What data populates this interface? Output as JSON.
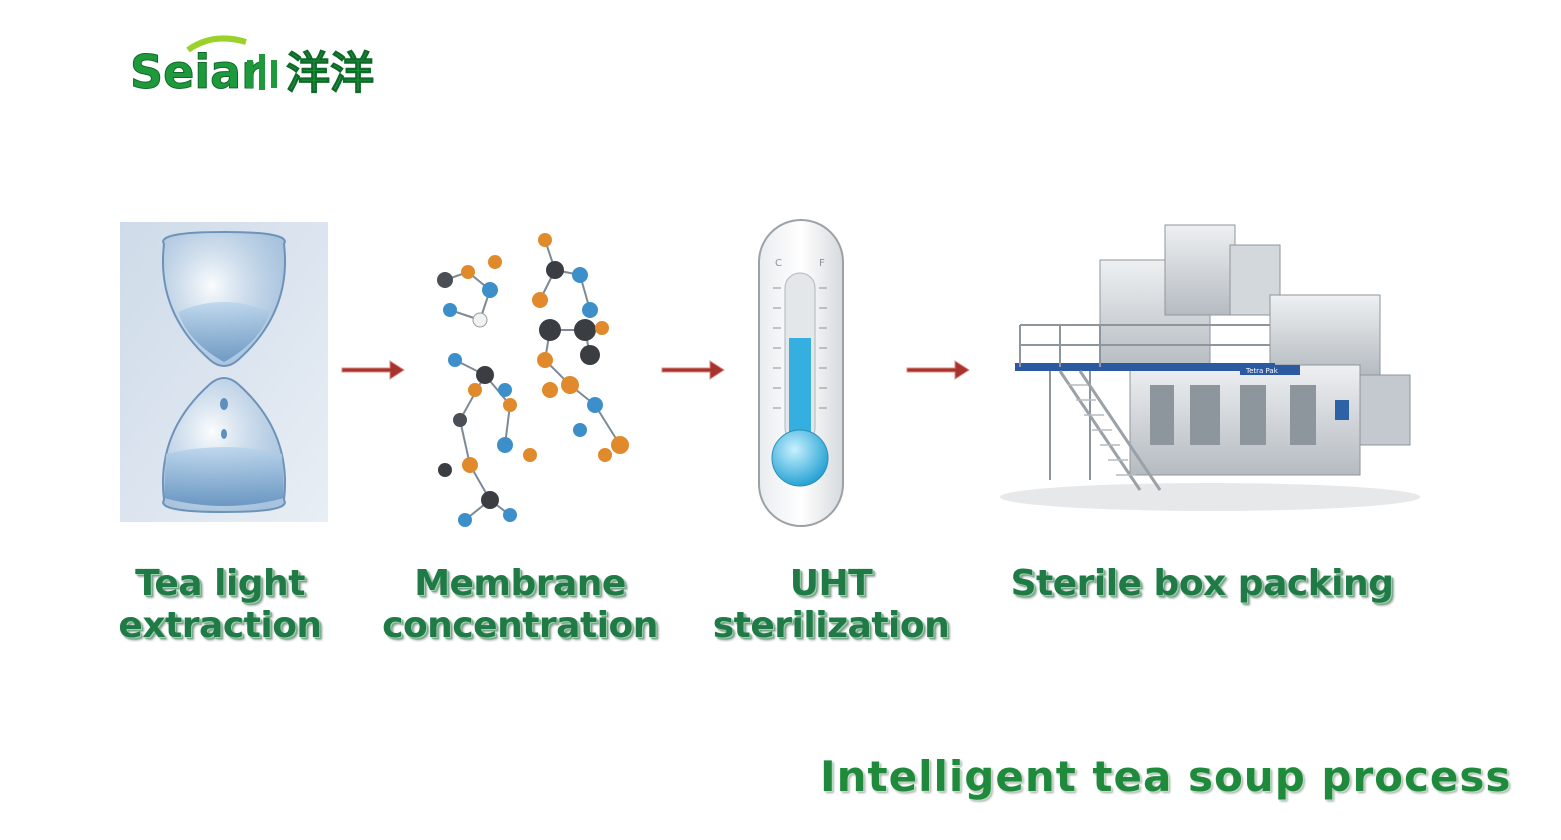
{
  "logo": {
    "latin": "Seiar",
    "cjk": "洋洋"
  },
  "steps": [
    {
      "line1": "Tea light",
      "line2": "extraction"
    },
    {
      "line1": "Membrane",
      "line2": "concentration"
    },
    {
      "line1": "UHT",
      "line2": "sterilization"
    },
    {
      "line1": "Sterile box packing",
      "line2": ""
    }
  ],
  "thermometer": {
    "scale_c": "C",
    "scale_f": "F"
  },
  "machine_badge": "Tetra Pak",
  "footer": "Intelligent tea soup process",
  "colors": {
    "label_green": "#1f7a45",
    "footer_green": "#1f8a3c",
    "arrow_red": "#a8332c"
  }
}
